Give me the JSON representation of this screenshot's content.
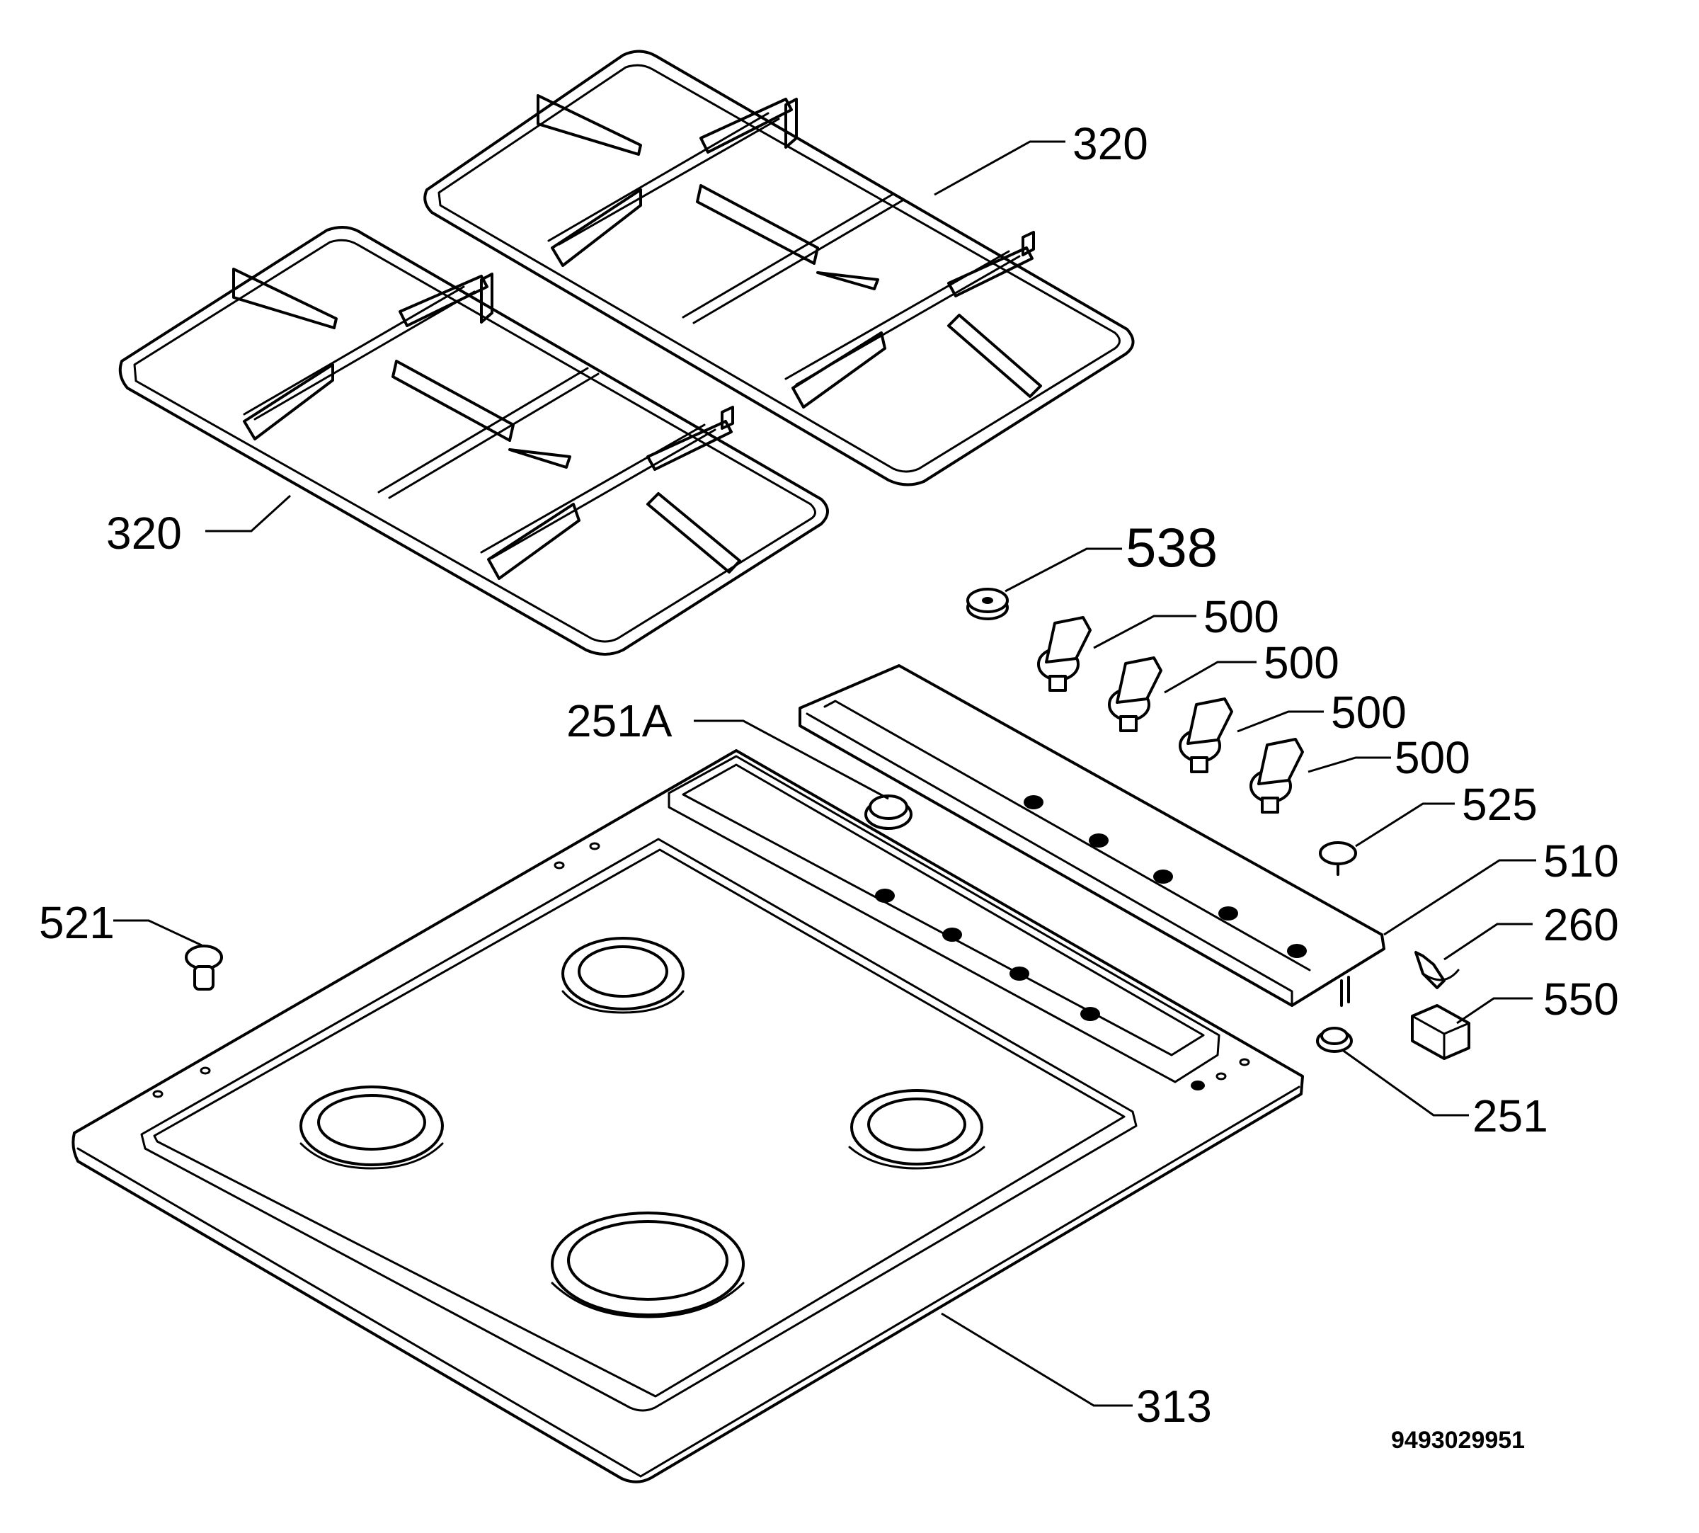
{
  "callouts": {
    "grate_right": "320",
    "grate_left": "320",
    "cap_538": "538",
    "knob_1": "500",
    "knob_2": "500",
    "knob_3": "500",
    "knob_4": "500",
    "seal_251a": "251A",
    "button_525": "525",
    "panel_510": "510",
    "wire_260": "260",
    "clip_550": "550",
    "seal_251": "251",
    "screw_521": "521",
    "hob_313": "313"
  },
  "document_number": "9493029951"
}
